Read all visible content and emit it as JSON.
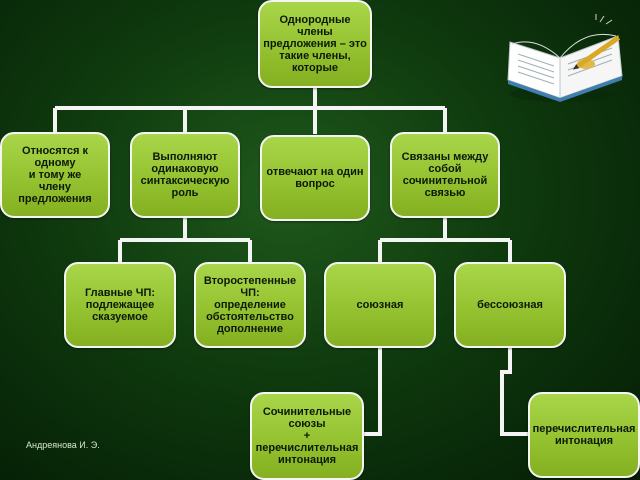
{
  "diagram": {
    "root": "Однородные\nчлены\nпредложения – это\nтакие члены,\nкоторые",
    "properties": [
      "Относятся к одному\nи тому же\nчлену\nпредложения",
      "Выполняют\nодинаковую\nсинтаксическую\nроль",
      "отвечают  на один\nвопрос",
      "Связаны между\nсобой\nсочинительной\nсвязью"
    ],
    "members": [
      "Главные ЧП:\nподлежащее\nсказуемое",
      "Второстепенные ЧП:\nопределение\nобстоятельство\nдополнение"
    ],
    "connection_types": [
      "союзная",
      "бессоюзная"
    ],
    "means": [
      "Сочинительные\nсоюзы\n+\nперечислительная\nинтонация",
      "перечислительная\nинтонация"
    ]
  },
  "footer": {
    "author": "Андреянова И. Э."
  },
  "colors": {
    "box_fill": "#9acb38",
    "box_border": "#f4f4f4",
    "line": "#f4f4f4",
    "background": "#0f3a0e"
  },
  "decoration": {
    "icon": "open-book-icon"
  }
}
